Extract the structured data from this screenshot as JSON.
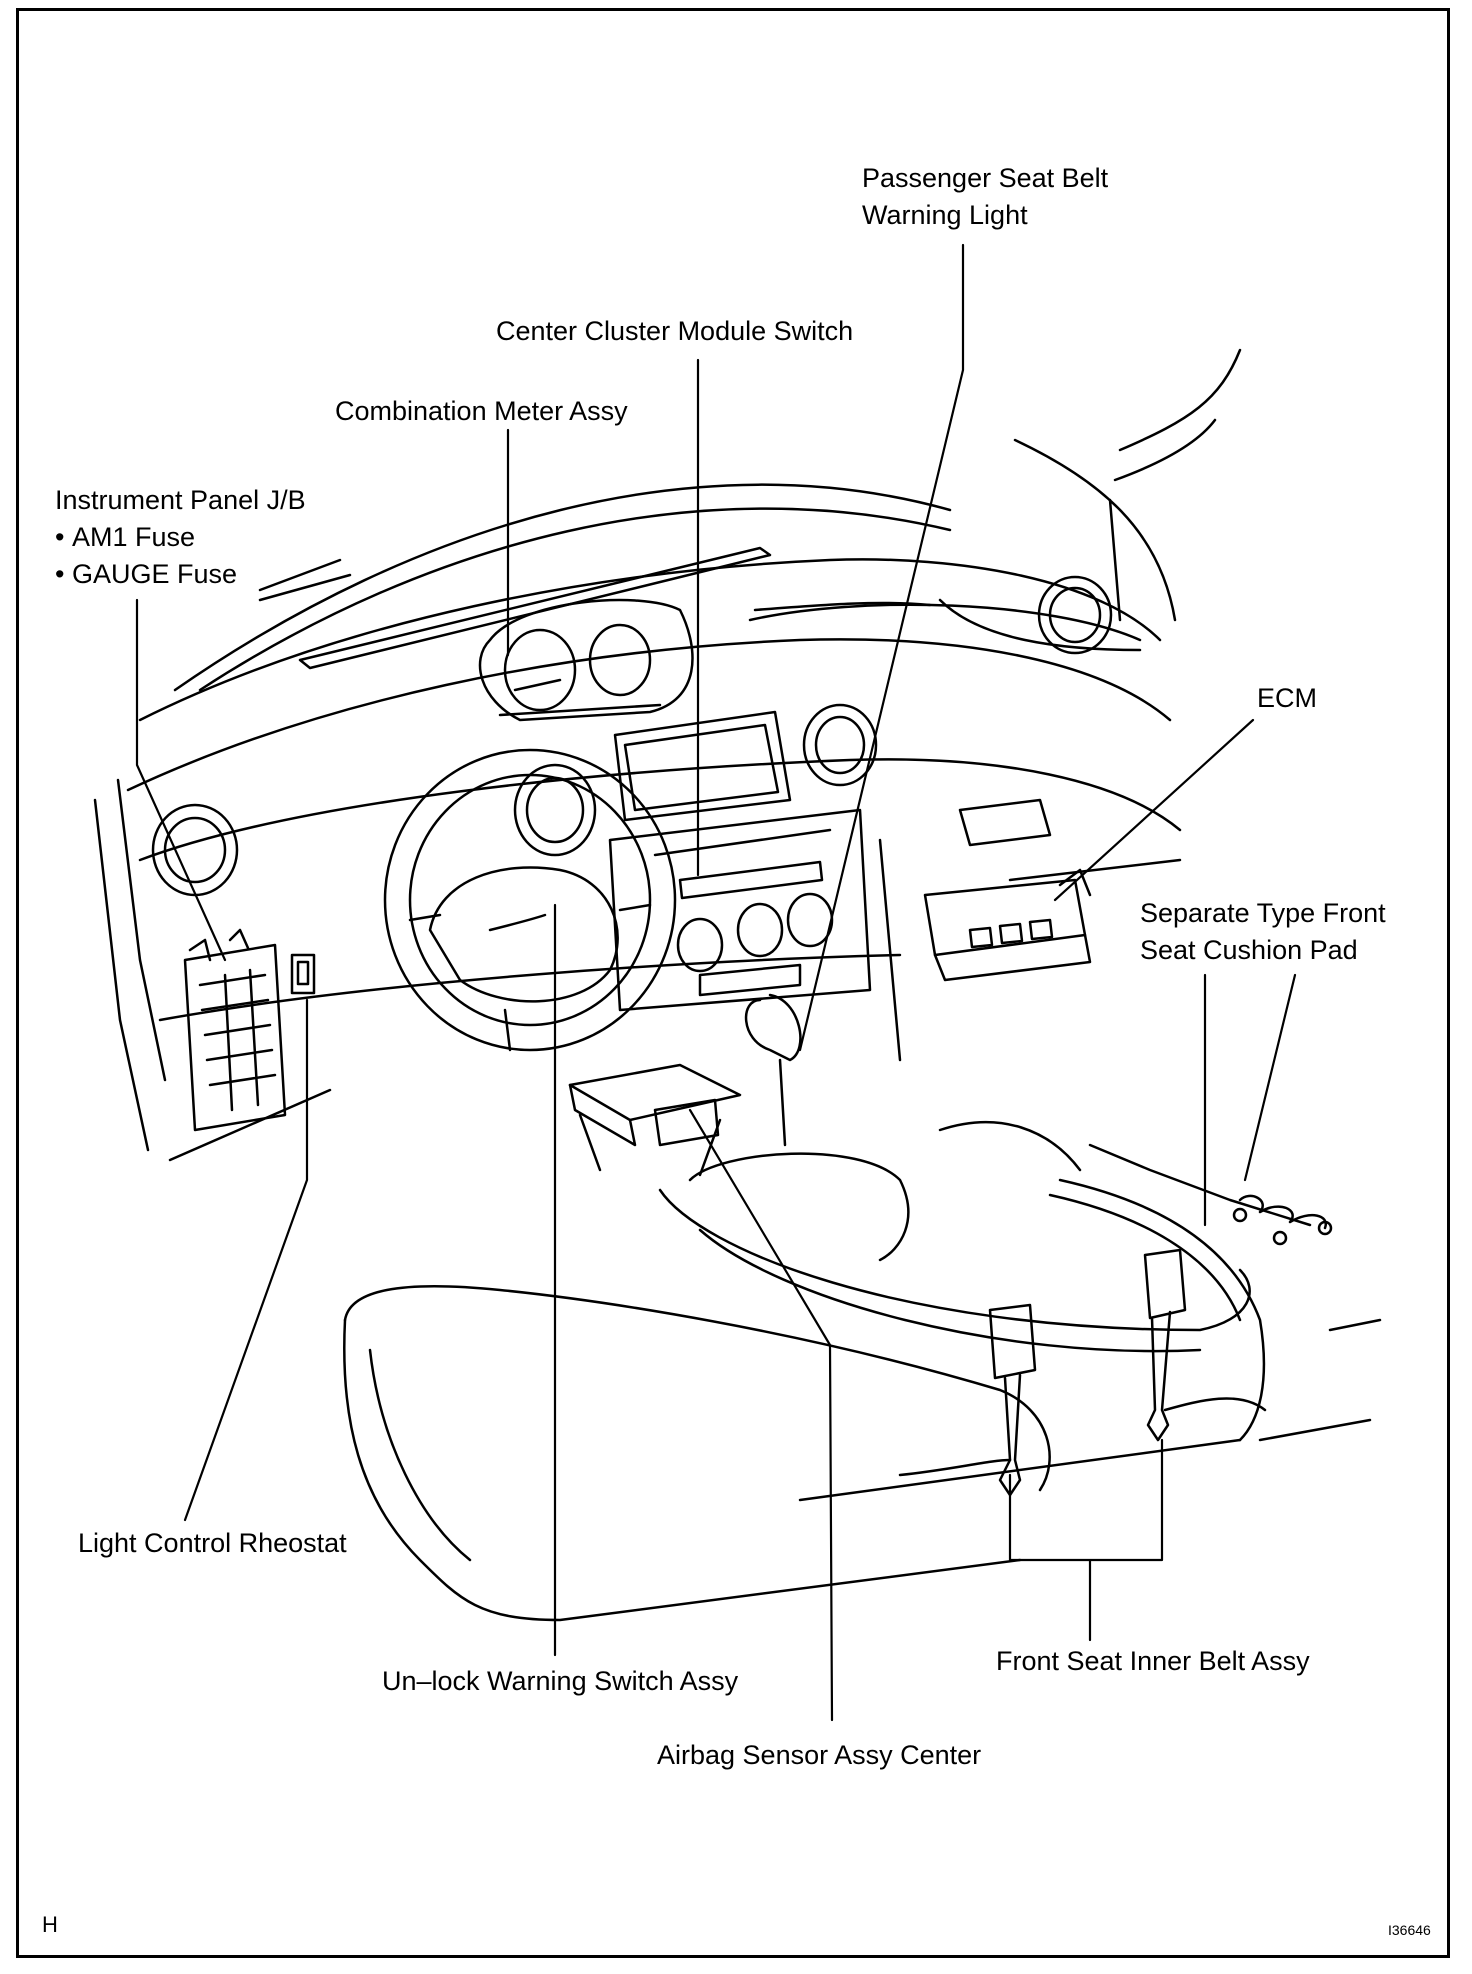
{
  "labels": {
    "passenger_seat_belt_warning_light": [
      "Passenger Seat Belt",
      "Warning Light"
    ],
    "center_cluster_module_switch": "Center Cluster Module Switch",
    "combination_meter_assy": "Combination Meter Assy",
    "instrument_panel_jb": {
      "title": "Instrument Panel J/B",
      "items": [
        "AM1 Fuse",
        "GAUGE Fuse"
      ]
    },
    "ecm": "ECM",
    "separate_type_front_seat_cushion_pad": [
      "Separate Type Front",
      "Seat Cushion Pad"
    ],
    "light_control_rheostat": "Light Control Rheostat",
    "unlock_warning_switch_assy": "Un–lock Warning Switch Assy",
    "front_seat_inner_belt_assy": "Front Seat Inner Belt Assy",
    "airbag_sensor_assy_center": "Airbag Sensor Assy Center"
  },
  "footer": {
    "corner_mark": "H",
    "figure_id": "I36646"
  }
}
